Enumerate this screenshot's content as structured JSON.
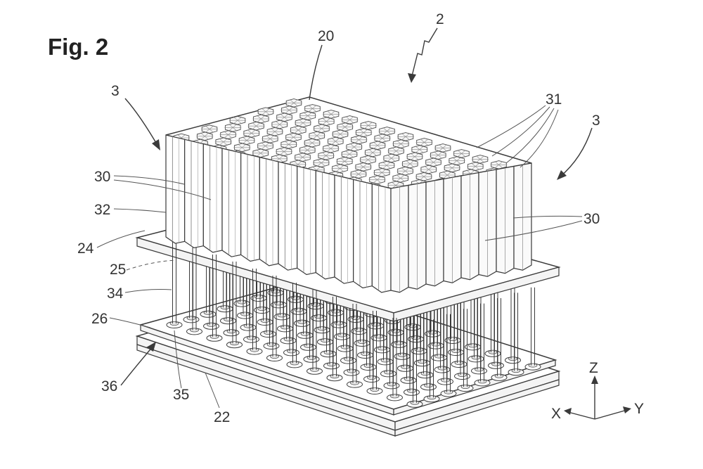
{
  "figure": {
    "title": "Fig. 2"
  },
  "labels": {
    "ref_2": "2",
    "ref_20": "20",
    "ref_3_left": "3",
    "ref_3_right": "3",
    "ref_31": "31",
    "ref_30_left": "30",
    "ref_30_right": "30",
    "ref_32": "32",
    "ref_24": "24",
    "ref_25": "25",
    "ref_34": "34",
    "ref_26": "26",
    "ref_36": "36",
    "ref_35": "35",
    "ref_22": "22"
  },
  "axes": {
    "z": "Z",
    "x": "X",
    "y": "Y"
  },
  "colors": {
    "ink": "#3a3a3a",
    "paper": "#ffffff"
  }
}
